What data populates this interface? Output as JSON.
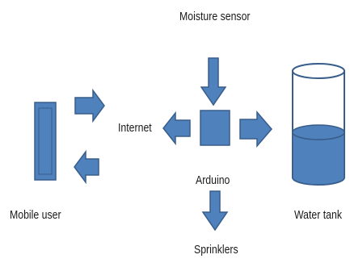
{
  "labels": {
    "moisture_sensor": "Moisture sensor",
    "internet": "Internet",
    "arduino": "Arduino",
    "mobile_user": "Mobile user",
    "water_tank": "Water tank",
    "sprinklers": "Sprinklers"
  },
  "colors": {
    "fill": "#4f81bd",
    "stroke": "#385d8a",
    "tank_top": "#ffffff"
  }
}
